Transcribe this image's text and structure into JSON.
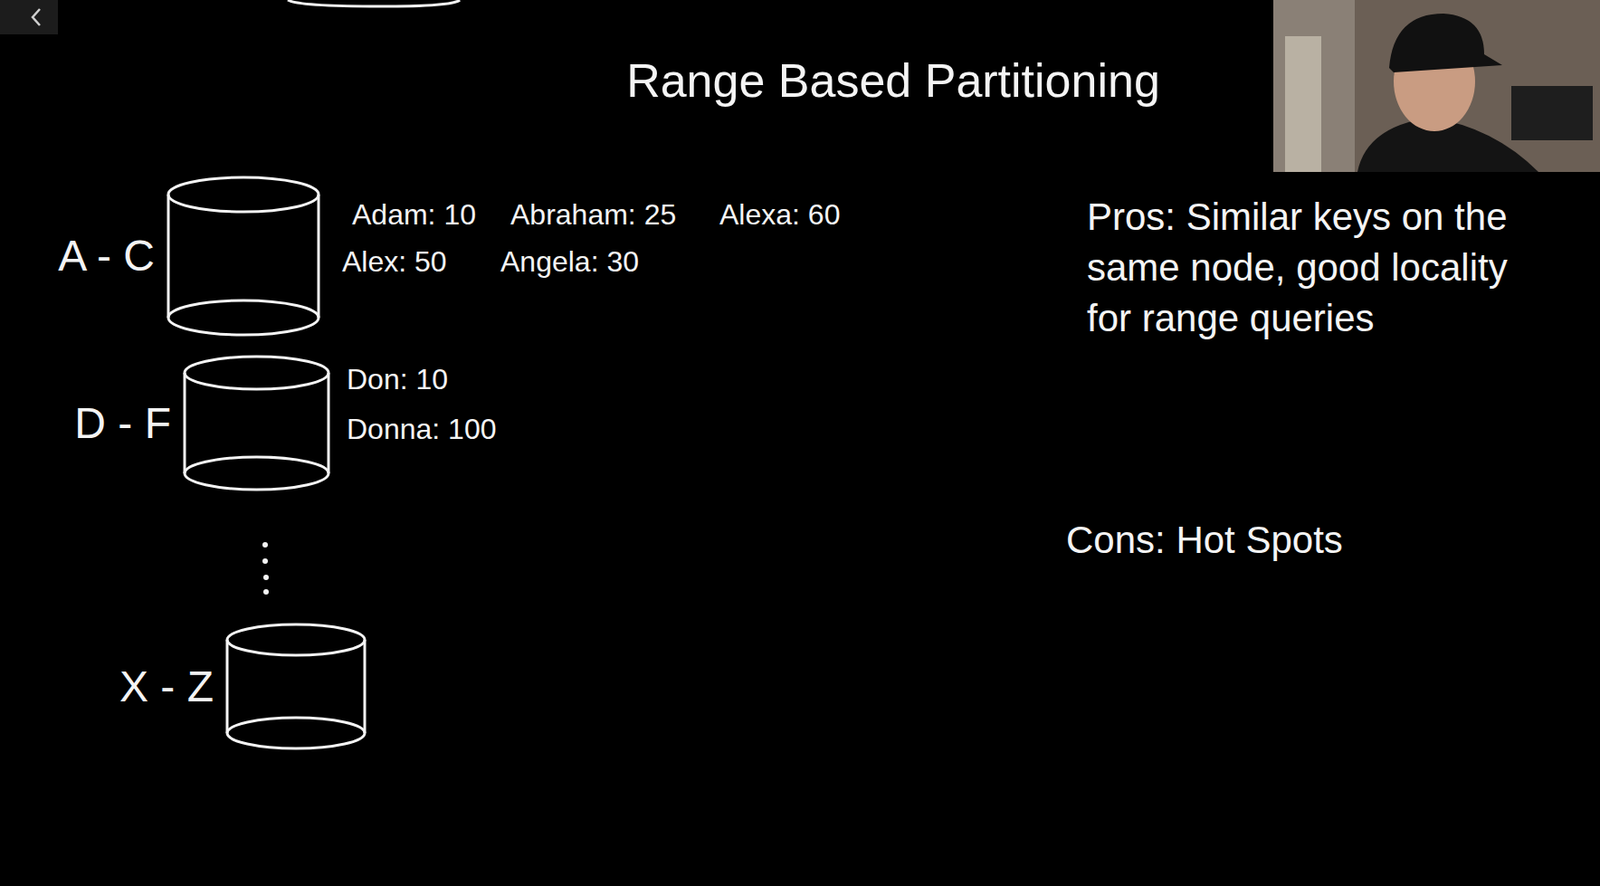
{
  "diagram": {
    "title": "Range Based Partitioning",
    "nodes": [
      {
        "text": [
          "A - C"
        ]
      },
      {
        "text": [
          "D - F"
        ]
      },
      {
        "text": [
          "X - Z"
        ]
      }
    ],
    "labels": [
      "Adam: 10",
      "Abraham: 25",
      "Alexa: 60",
      "Alex: 50",
      "Angela: 30",
      "Don: 10",
      "Donna: 100",
      "Pros: Similar keys on the same node, good locality for range queries",
      "Cons: Hot Spots"
    ]
  }
}
